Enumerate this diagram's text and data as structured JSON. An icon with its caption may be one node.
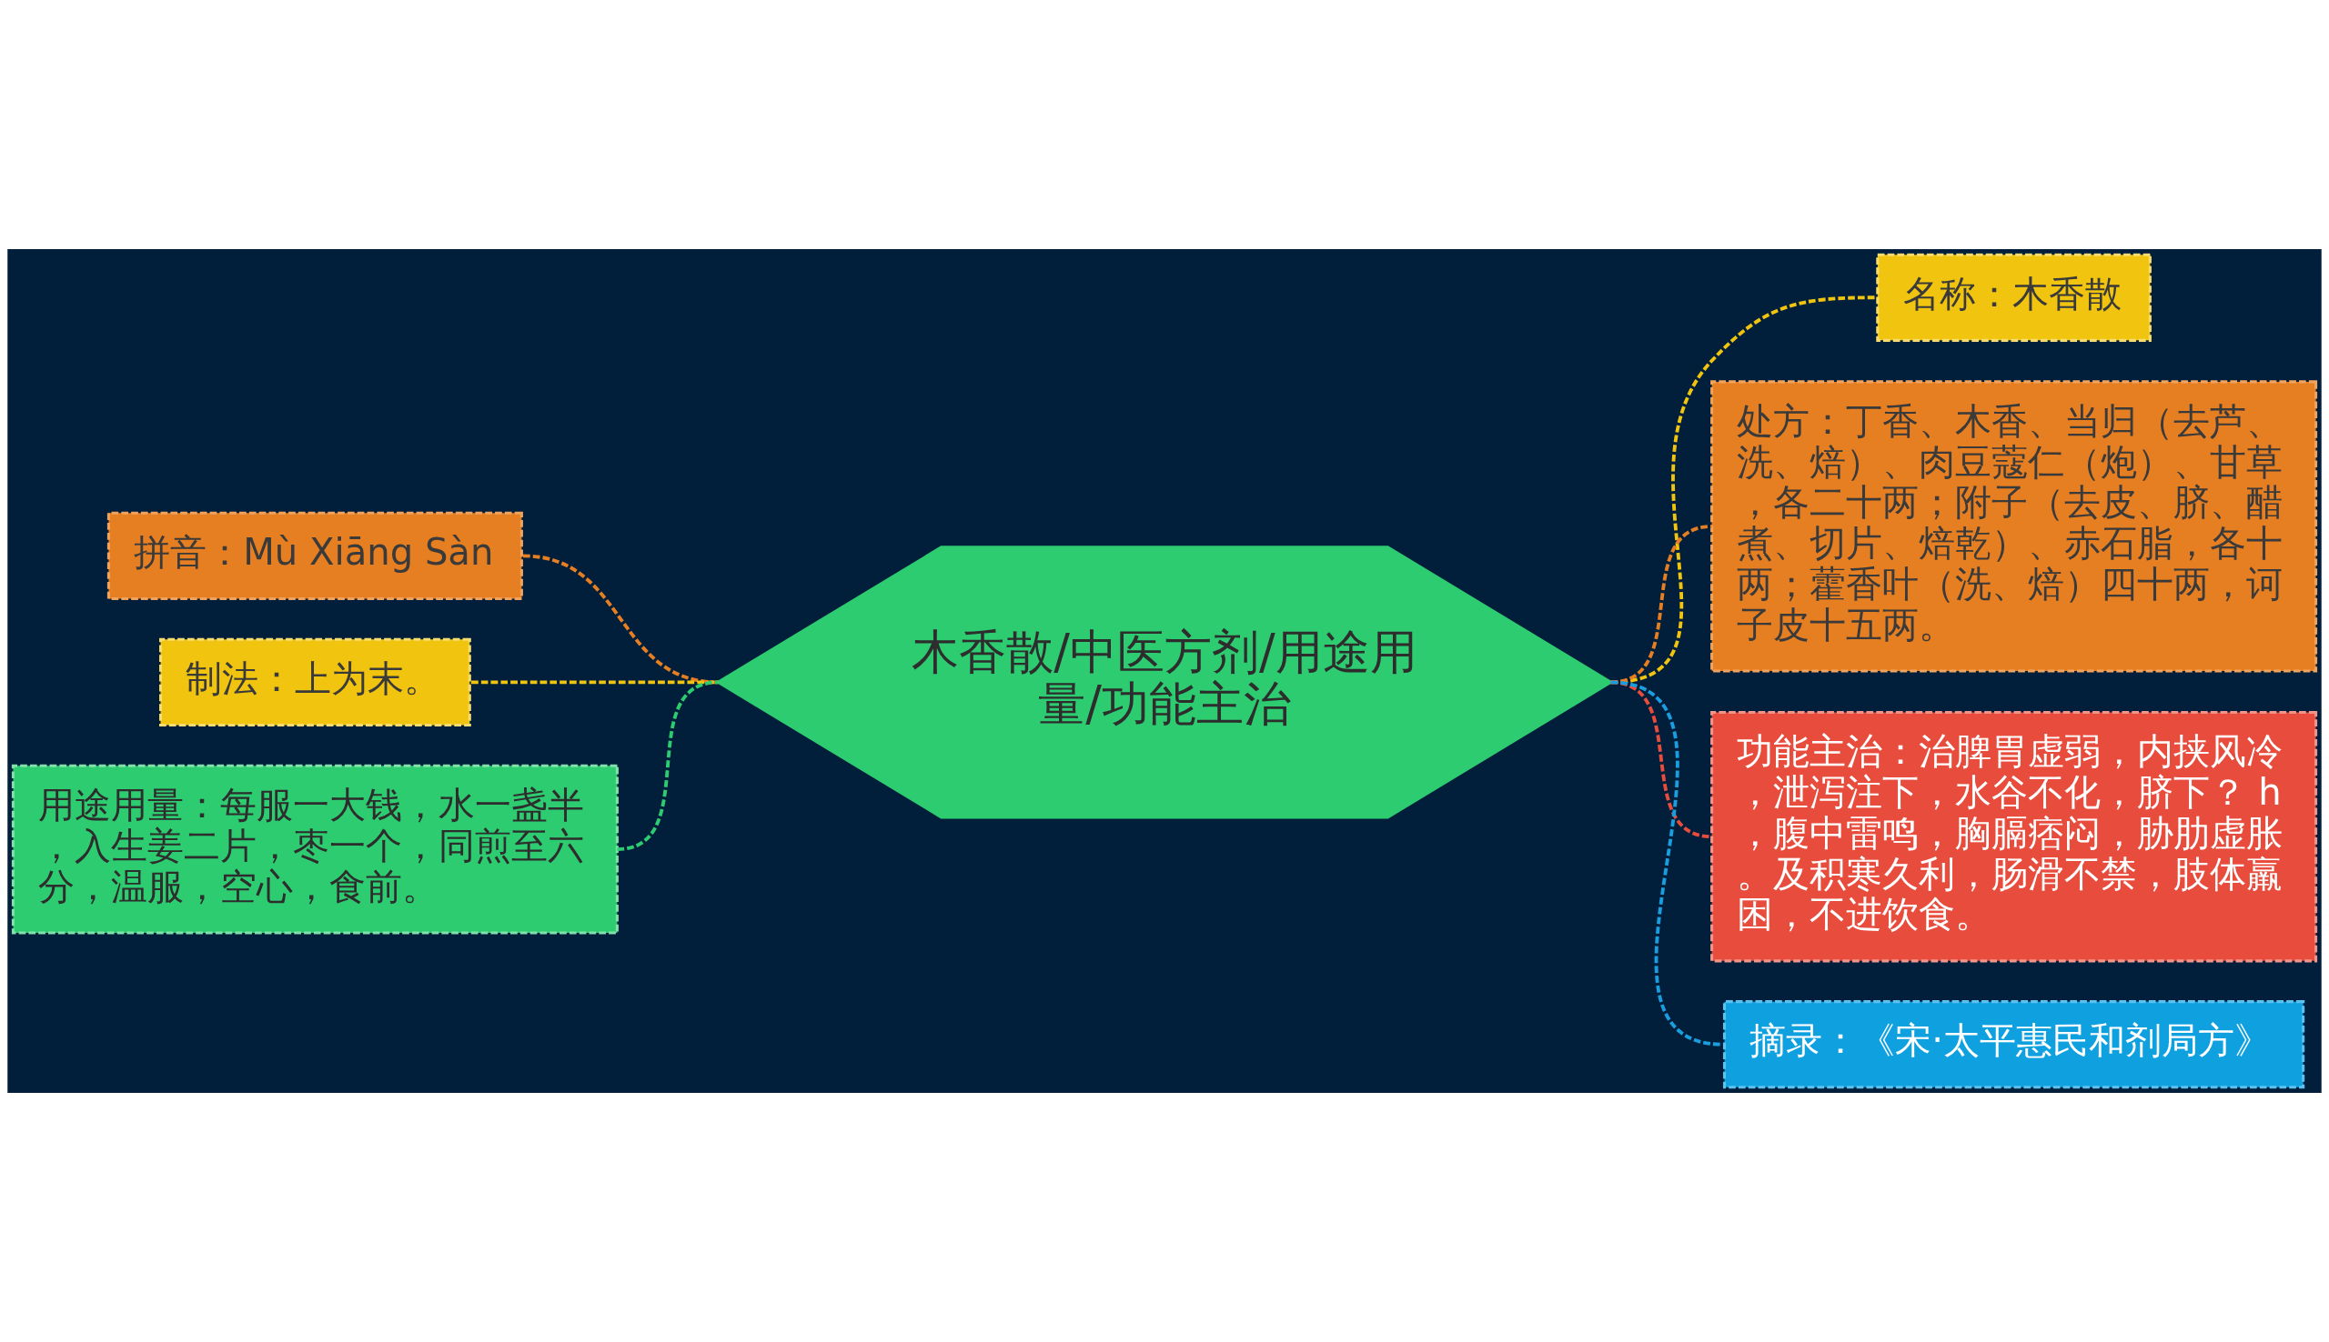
{
  "diagram": {
    "nodes": [
      {
        "text": [
          "木香散/中医方剂/用途用量/功能主治"
        ]
      },
      {
        "text": [
          "名称：木香散"
        ]
      },
      {
        "text": [
          "处方：丁香、木香、当归（去芦、洗、焙）、肉豆蔻仁（炮）、甘草，各二十两；附子（去皮、脐、醋煮、切片、焙乾）、赤石脂，各十两；藿香叶（洗、焙）四十两，诃子皮十五两。"
        ]
      },
      {
        "text": [
          "功能主治：治脾胃虚弱，内挟风冷，泄泻注下，水谷不化，脐下？ h，腹中雷鸣，胸膈痞闷，胁肋虚胀。及积寒久利，肠滑不禁，肢体羸困，不进饮食。"
        ]
      },
      {
        "text": [
          "摘录：《宋·太平惠民和剂局方》"
        ]
      },
      {
        "text": [
          "拼音：Mù Xiāng Sàn"
        ]
      },
      {
        "text": [
          "制法：上为末。"
        ]
      },
      {
        "text": [
          "用途用量：每服一大钱，水一盏半，入生姜二片，枣一个，同煎至六分，温服，空心，食前。"
        ]
      }
    ],
    "edges": [
      {
        "from": 5,
        "to": 0,
        "arrow": "none",
        "style": "dashed",
        "color": "#e67e22"
      },
      {
        "from": 6,
        "to": 0,
        "arrow": "none",
        "style": "dashed",
        "color": "#f1c40f"
      },
      {
        "from": 7,
        "to": 0,
        "arrow": "none",
        "style": "dashed",
        "color": "#2ecc71"
      },
      {
        "from": 0,
        "to": 1,
        "arrow": "none",
        "style": "dashed",
        "color": "#f1c40f"
      },
      {
        "from": 0,
        "to": 2,
        "arrow": "none",
        "style": "dashed",
        "color": "#e67e22"
      },
      {
        "from": 0,
        "to": 3,
        "arrow": "none",
        "style": "dashed",
        "color": "#e74c3c"
      },
      {
        "from": 0,
        "to": 4,
        "arrow": "none",
        "style": "dashed",
        "color": "#1a9ee0"
      }
    ]
  }
}
